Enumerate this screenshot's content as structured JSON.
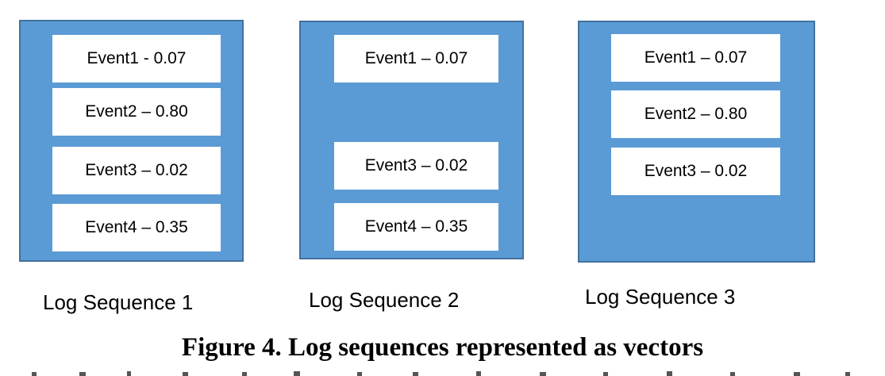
{
  "colors": {
    "sequence_fill": "#5b9bd5",
    "sequence_border": "#41719c",
    "event_fill": "#ffffff"
  },
  "sequences": [
    {
      "label": "Log Sequence 1",
      "events": [
        "Event1 - 0.07",
        "Event2 – 0.80",
        "Event3 – 0.02",
        "Event4 – 0.35"
      ]
    },
    {
      "label": "Log Sequence 2",
      "events": [
        "Event1 – 0.07",
        "Event3 – 0.02",
        "Event4 – 0.35"
      ]
    },
    {
      "label": "Log Sequence 3",
      "events": [
        "Event1 – 0.07",
        "Event2 – 0.80",
        "Event3 – 0.02"
      ]
    }
  ],
  "caption": "Figure 4. Log sequences represented as vectors"
}
